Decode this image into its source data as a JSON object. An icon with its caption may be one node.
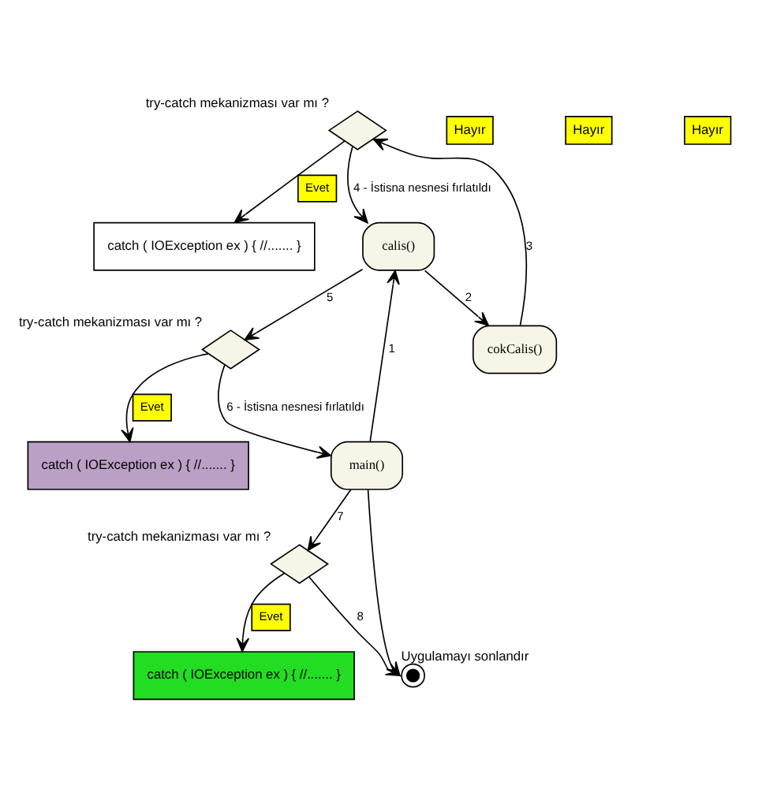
{
  "diagram": {
    "nodes": [
      {
        "text": [],
        "shape": "diamond",
        "beside": [
          "try-catch mekanizması var mı ?"
        ]
      },
      {
        "text": [
          "catch ( IOException ex ) { //....... }"
        ]
      },
      {
        "text": [
          "cokCalis()"
        ]
      },
      {
        "text": [
          "catch ( IOException ex ) { //....... }"
        ]
      },
      {
        "text": [],
        "shape": "diamond",
        "beside": [
          "try-catch mekanizması var mı ?"
        ]
      },
      {
        "text": [
          "calis()"
        ]
      },
      {
        "text": [
          "main()"
        ]
      },
      {
        "text": [],
        "shape": "diamond",
        "beside": [
          "try-catch mekanizması var mı ?"
        ]
      },
      {
        "text": [
          "catch ( IOException ex ) { //....... }"
        ]
      },
      {
        "text": [],
        "shape": "circle",
        "beside": [
          "Uygulamayı sonlandır"
        ]
      }
    ],
    "edges": [
      {
        "from": 0,
        "to": 1,
        "arrow": "to",
        "label": "Evet"
      },
      {
        "from": 2,
        "to": 0,
        "arrow": "to",
        "label": "3"
      },
      {
        "from": 0,
        "to": 5,
        "arrow": "to",
        "label": "4 - İstisna nesnesi fırlatıldı"
      },
      {
        "from": 5,
        "to": 2,
        "arrow": "to",
        "label": "2"
      },
      {
        "from": 5,
        "to": 4,
        "arrow": "to",
        "label": "5"
      },
      {
        "from": 4,
        "to": 3,
        "arrow": "to",
        "label": "Evet"
      },
      {
        "from": 4,
        "to": 6,
        "arrow": "to",
        "label": "6 - İstisna nesnesi fırlatıldı"
      },
      {
        "from": 6,
        "to": 5,
        "arrow": "to",
        "label": "1"
      },
      {
        "from": 6,
        "to": 7,
        "arrow": "to",
        "label": "7"
      },
      {
        "from": 7,
        "to": 8,
        "arrow": "to",
        "label": "Evet"
      },
      {
        "from": 7,
        "to": 9,
        "arrow": "to",
        "label": "8"
      },
      {
        "from": 6,
        "to": 9,
        "arrow": "to"
      }
    ],
    "labels": [
      "Hayır",
      "Hayır",
      "Hayır"
    ]
  }
}
